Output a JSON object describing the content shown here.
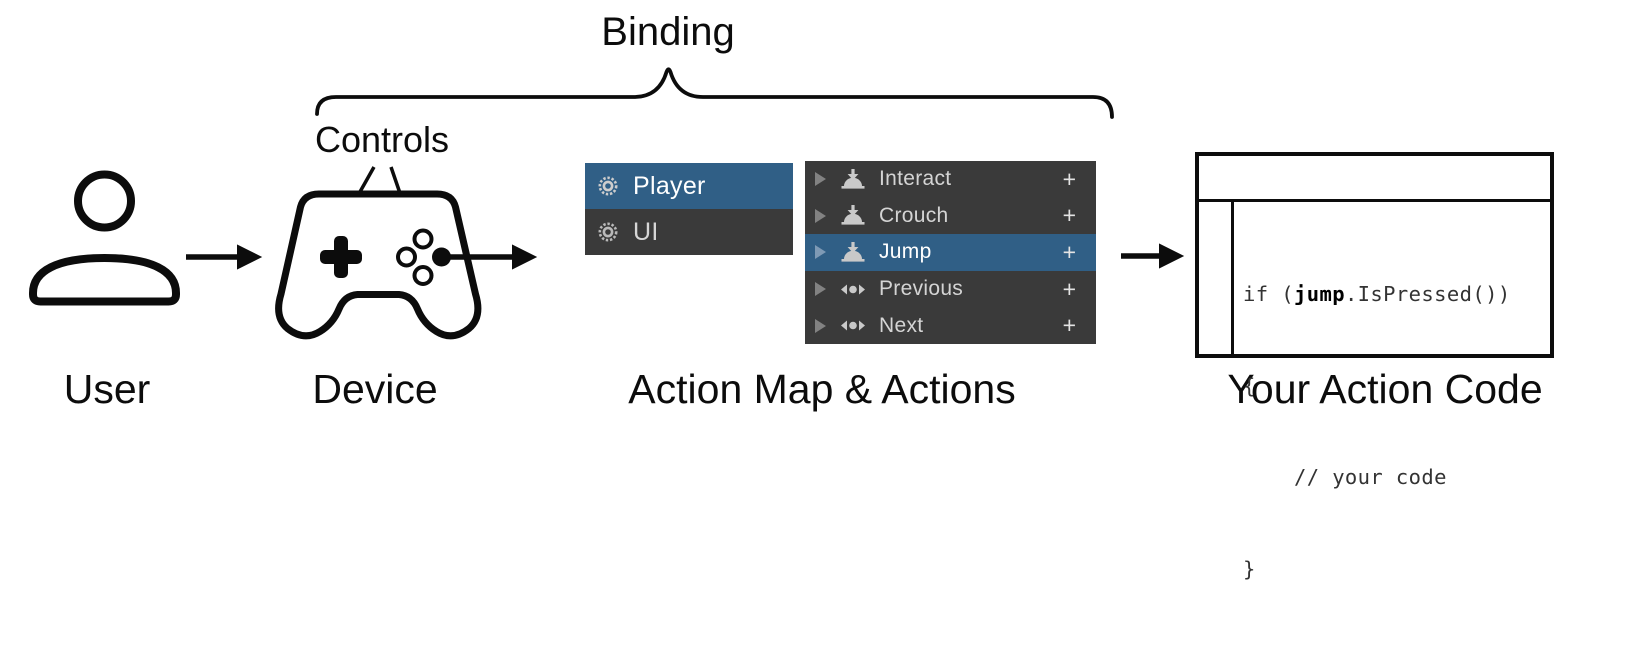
{
  "labels": {
    "binding": "Binding",
    "controls": "Controls",
    "user": "User",
    "device": "Device",
    "action_map": "Action Map & Actions",
    "action_code": "Your Action Code"
  },
  "action_maps": {
    "items": [
      {
        "label": "Player",
        "selected": true
      },
      {
        "label": "UI",
        "selected": false
      }
    ]
  },
  "actions": {
    "items": [
      {
        "label": "Interact",
        "icon": "button-action-icon",
        "add": "+",
        "selected": false
      },
      {
        "label": "Crouch",
        "icon": "button-action-icon",
        "add": "+",
        "selected": false
      },
      {
        "label": "Jump",
        "icon": "button-action-icon",
        "add": "+",
        "selected": true
      },
      {
        "label": "Previous",
        "icon": "axis-action-icon",
        "add": "+",
        "selected": false
      },
      {
        "label": "Next",
        "icon": "axis-action-icon",
        "add": "+",
        "selected": false
      }
    ]
  },
  "code": {
    "line1_prefix": "if (",
    "line1_bold": "jump",
    "line1_suffix": ".IsPressed())",
    "line2": "{",
    "line3": "    // your code",
    "line4": "}"
  },
  "colors": {
    "selection_blue": "#305F86",
    "panel_dark": "#3A3A3A",
    "row_text": "#D4D4D4",
    "selected_text": "#FFFFFF",
    "icon_gray": "#C9C9C9",
    "line_art": "#0C0C0C"
  }
}
